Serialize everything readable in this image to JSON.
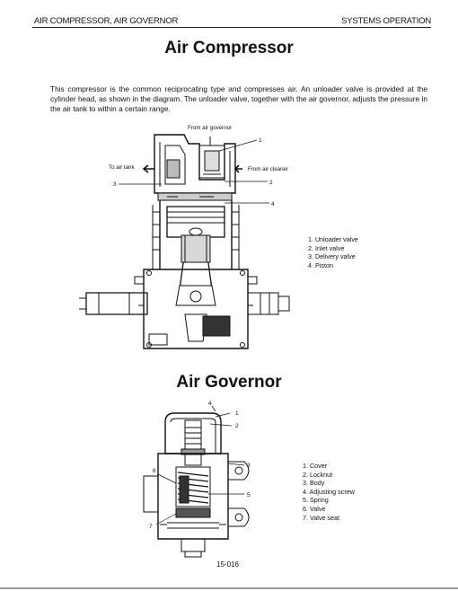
{
  "header": {
    "left": "AIR COMPRESSOR, AIR GOVERNOR",
    "right": "SYSTEMS OPERATION"
  },
  "compressor": {
    "title": "Air Compressor",
    "intro": "This compressor is the common reciprocating type and compresses air. An unloader valve is provided at the cylinder head, as shown in the diagram. The unloader valve, together with the air governor, adjusts the pressure in the air tank to within a certain range.",
    "labels": {
      "from_governor": "From air governor",
      "to_tank": "To air tank",
      "from_cleaner": "From air cleaner"
    },
    "callouts": [
      "1",
      "2",
      "3",
      "4"
    ],
    "parts": [
      "1.  Unloader valve",
      "2.  Inlet valve",
      "3.  Delivery valve",
      "4.  Piston"
    ]
  },
  "governor": {
    "title": "Air Governor",
    "callouts": [
      "1",
      "2",
      "3",
      "4",
      "5",
      "6",
      "7"
    ],
    "parts": [
      "1.  Cover",
      "2.  Locknut",
      "3.  Body",
      "4.  Adjusting screw",
      "5.  Spring",
      "6.  Valve",
      "7.  Valve seat"
    ]
  },
  "page_number": "15-016"
}
